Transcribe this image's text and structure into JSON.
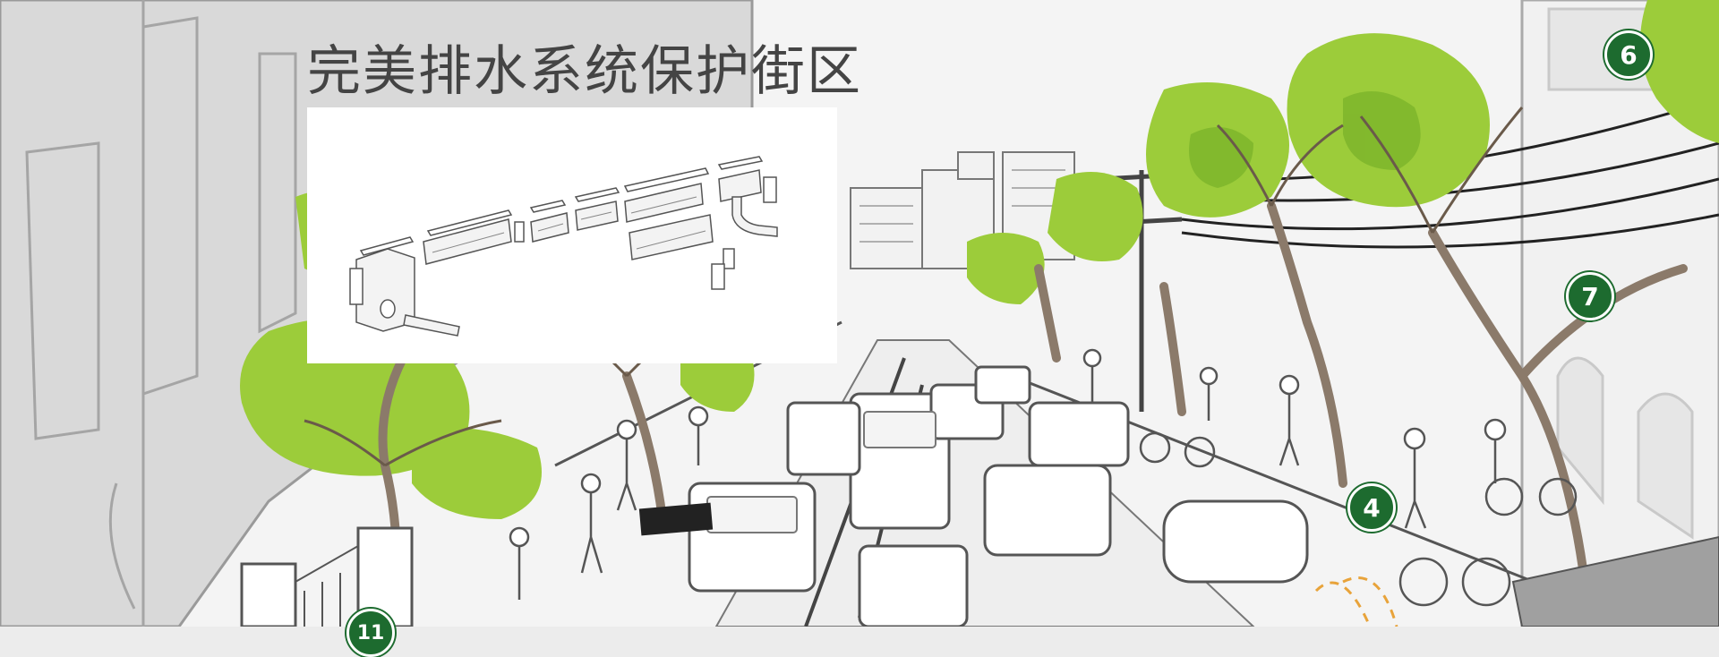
{
  "slide": {
    "title": "完美排水系统保护街区"
  },
  "badges": [
    {
      "id": "badge-6",
      "label": "6"
    },
    {
      "id": "badge-7",
      "label": "7"
    },
    {
      "id": "badge-4",
      "label": "4"
    },
    {
      "id": "badge-11",
      "label": "11"
    }
  ],
  "colors": {
    "badge_green": "#1d6b2f",
    "tree_green": "#9ccc3a",
    "tree_dark_green": "#7cb42a",
    "trunk_brown": "#8b7a6a",
    "sketch_line": "#555555",
    "accent_yellow": "#f4e21c"
  }
}
